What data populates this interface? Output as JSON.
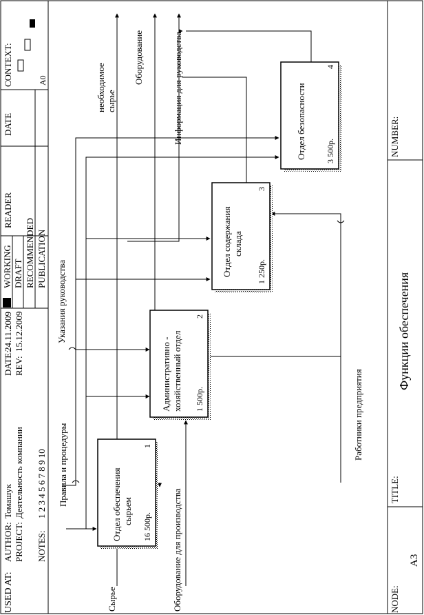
{
  "header": {
    "used_at": "USED AT:",
    "author_label": "AUTHOR:",
    "author": "Томашук",
    "project_label": "PROJECT:",
    "project": "Деятельность компании",
    "notes_label": "NOTES:",
    "notes_numbers": "1 2 3 4 5 6 7 8 9 10",
    "date_label": "DATE:",
    "date": "24.11.2009",
    "rev_label": "REV:",
    "rev": "15.12.2009",
    "working": "WORKING",
    "draft": "DRAFT",
    "recommended": "RECOMMENDED",
    "publication": "PUBLICATION",
    "reader": "READER",
    "reader_date": "DATE",
    "context": "CONTEXT:",
    "context_node": "A0"
  },
  "footer": {
    "node_label": "NODE:",
    "node": "A3",
    "title_label": "TITLE:",
    "title": "Функции обеспечения",
    "number_label": "NUMBER:"
  },
  "boxes": [
    {
      "name": "Отдел обеспечения сырьем",
      "line1": "Отдел обеспечения",
      "line2": "сырьем",
      "cost": "16 500р.",
      "num": "1"
    },
    {
      "name": "Административно - хозяйственный отдел",
      "line1": "Административно -",
      "line2": "хозяйственный отдел",
      "cost": "1 500р.",
      "num": "2"
    },
    {
      "name": "Отдел содержания склада",
      "line1": "Отдел содержания",
      "line2": "склада",
      "cost": "1 250р.",
      "num": "3"
    },
    {
      "name": "Отдел безопасности",
      "line1": "Отдел безопасности",
      "line2": "",
      "cost": "3 500р.",
      "num": "4"
    }
  ],
  "arrows": {
    "input_raw": "Сырье",
    "mech_equipment": "Оборудование для производства",
    "ctrl_rules": "Правила и процедуры",
    "ctrl_directives": "Указания руководства",
    "mech_workers": "Работники предприятия",
    "out_raw_1": "необходимое",
    "out_raw_2": "сырье",
    "out_equipment": "Оборудование",
    "out_info": "Информация для руководства"
  }
}
